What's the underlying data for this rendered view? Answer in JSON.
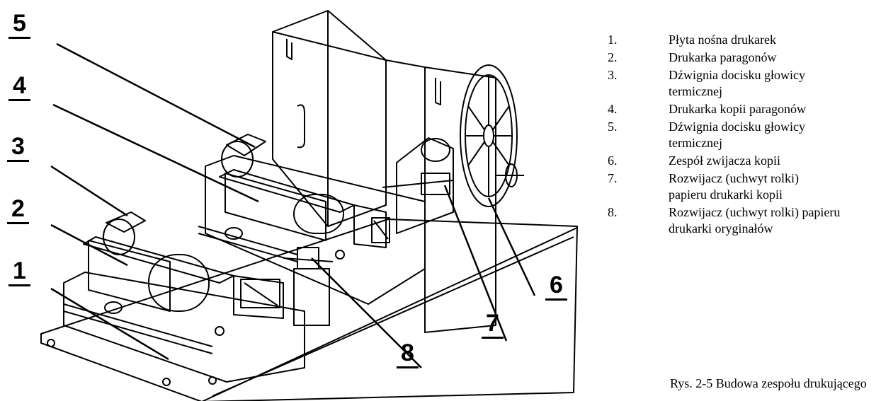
{
  "callouts": [
    {
      "id": "1",
      "label": "1"
    },
    {
      "id": "2",
      "label": "2"
    },
    {
      "id": "3",
      "label": "3"
    },
    {
      "id": "4",
      "label": "4"
    },
    {
      "id": "5",
      "label": "5"
    },
    {
      "id": "6",
      "label": "6"
    },
    {
      "id": "7",
      "label": "7"
    },
    {
      "id": "8",
      "label": "8"
    }
  ],
  "legend": [
    {
      "num": "1.",
      "text": "Płyta nośna drukarek"
    },
    {
      "num": "2.",
      "text": "Drukarka paragonów"
    },
    {
      "num": "3.",
      "text": "Dźwignia docisku głowicy termicznej"
    },
    {
      "num": "4.",
      "text": "Drukarka kopii paragonów"
    },
    {
      "num": "5.",
      "text": "Dźwignia docisku głowicy termicznej"
    },
    {
      "num": "6.",
      "text": "Zespół zwijacza kopii"
    },
    {
      "num": "7.",
      "text": "Rozwijacz (uchwyt rolki) papieru drukarki kopii"
    },
    {
      "num": "8.",
      "text": "Rozwijacz (uchwyt rolki) papieru drukarki oryginałów"
    }
  ],
  "caption": "Rys. 2-5  Budowa zespołu drukującego"
}
